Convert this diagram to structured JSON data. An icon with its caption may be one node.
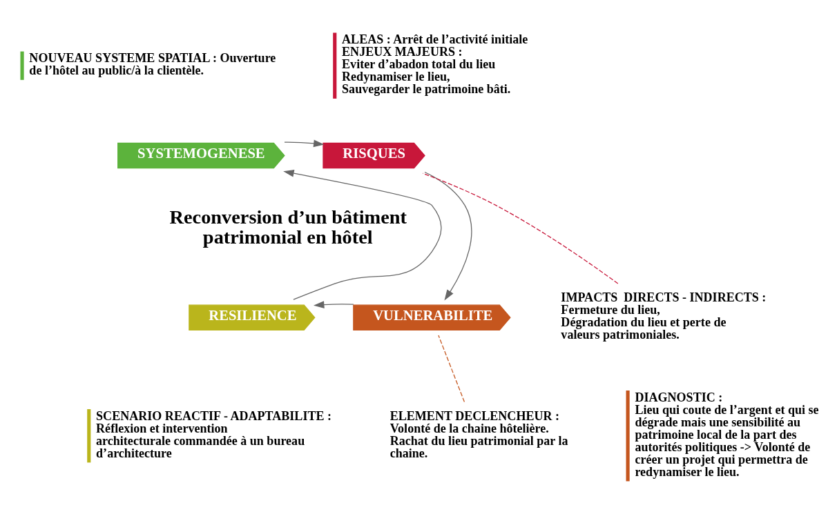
{
  "diagram": {
    "nodes": [
      {
        "text": [
          "NOUVEAU SYSTEME SPATIAL : Ouverture de l’hôtel au public/à la clientèle."
        ]
      },
      {
        "text": [
          "ALEAS : Arrêt de l’activité initiale",
          "ENJEUX MAJEURS :",
          "Eviter d’abadon total du lieu",
          "Redynamiser le lieu,",
          "Sauvegarder le patrimoine bâti."
        ]
      },
      {
        "text": [
          "SYSTEMOGENESE"
        ]
      },
      {
        "text": [
          "RISQUES"
        ]
      },
      {
        "text": [
          "Reconversion d’un bâtiment patrimonial en hôtel"
        ]
      },
      {
        "text": [
          "IMPACTS  DIRECTS - INDIRECTS :",
          "Fermeture du lieu,",
          "Dégradation du lieu et perte de valeurs patrimoniales."
        ]
      },
      {
        "text": [
          "RESILIENCE"
        ]
      },
      {
        "text": [
          "VULNERABILITE"
        ]
      },
      {
        "text": [
          "SCENARIO REACTIF - ADAPTABILITE :",
          "Réflexion et intervention architecturale commandée à un bureau d’architecture"
        ]
      },
      {
        "text": [
          "ELEMENT DECLENCHEUR :",
          "Volonté de la chaine hôtelière.",
          "Rachat du lieu patrimonial par la chaine."
        ]
      },
      {
        "text": [
          "DIAGNOSTIC :",
          "Lieu qui coute de l’argent et qui se dégrade mais une sensibilité au patrimoine local de la part des autorités politiques -> Volonté de créer un projet qui permettra de redynamiser le lieu."
        ]
      }
    ],
    "edges": [
      {
        "from": 2,
        "to": 3,
        "arrow": "to"
      },
      {
        "from": 3,
        "to": 7,
        "arrow": "to"
      },
      {
        "from": 7,
        "to": 6,
        "arrow": "to"
      },
      {
        "from": 6,
        "to": 2,
        "arrow": "to"
      },
      {
        "from": 5,
        "to": 3,
        "arrow": "none",
        "style": "dashed",
        "color": "#c8173a"
      },
      {
        "from": 9,
        "to": 7,
        "arrow": "none",
        "style": "dashed",
        "color": "#c5561e"
      }
    ]
  }
}
